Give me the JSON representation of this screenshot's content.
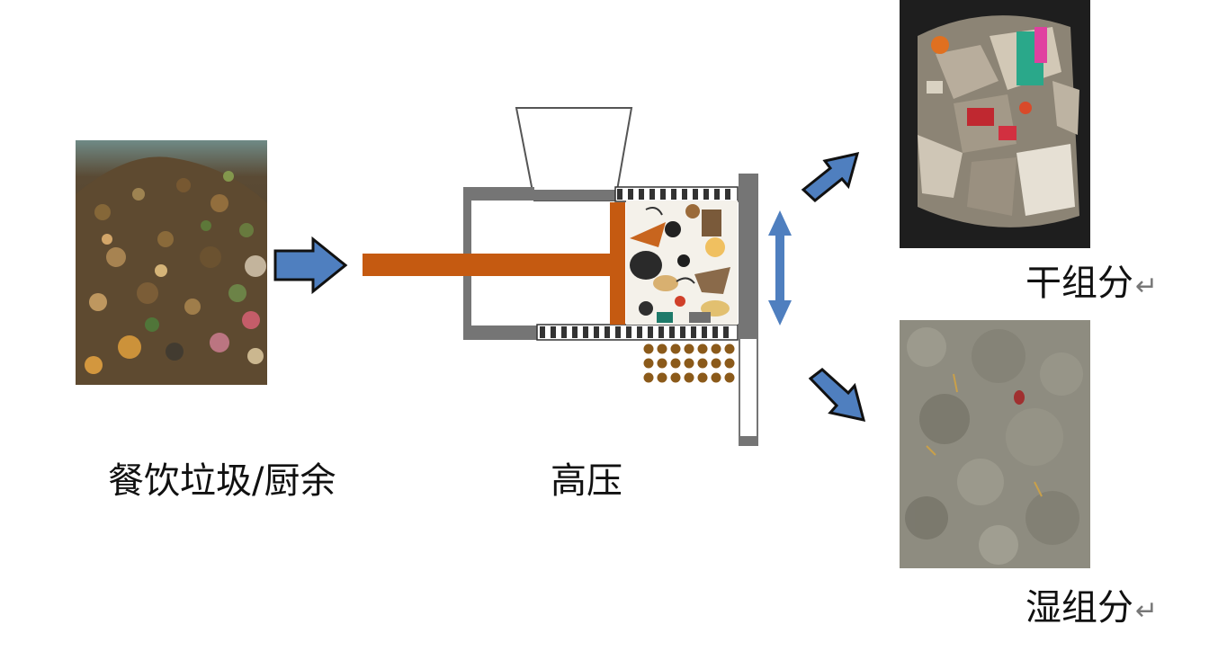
{
  "labels": {
    "input": "餐饮垃圾/厨余",
    "process": "高压",
    "dry": "干组分",
    "wet": "湿组分",
    "return_mark": "↵"
  },
  "colors": {
    "arrow_blue": "#4f7fbf",
    "piston_orange": "#c55a11",
    "press_gray": "#757575",
    "pellet_brown": "#8b5a1a"
  }
}
